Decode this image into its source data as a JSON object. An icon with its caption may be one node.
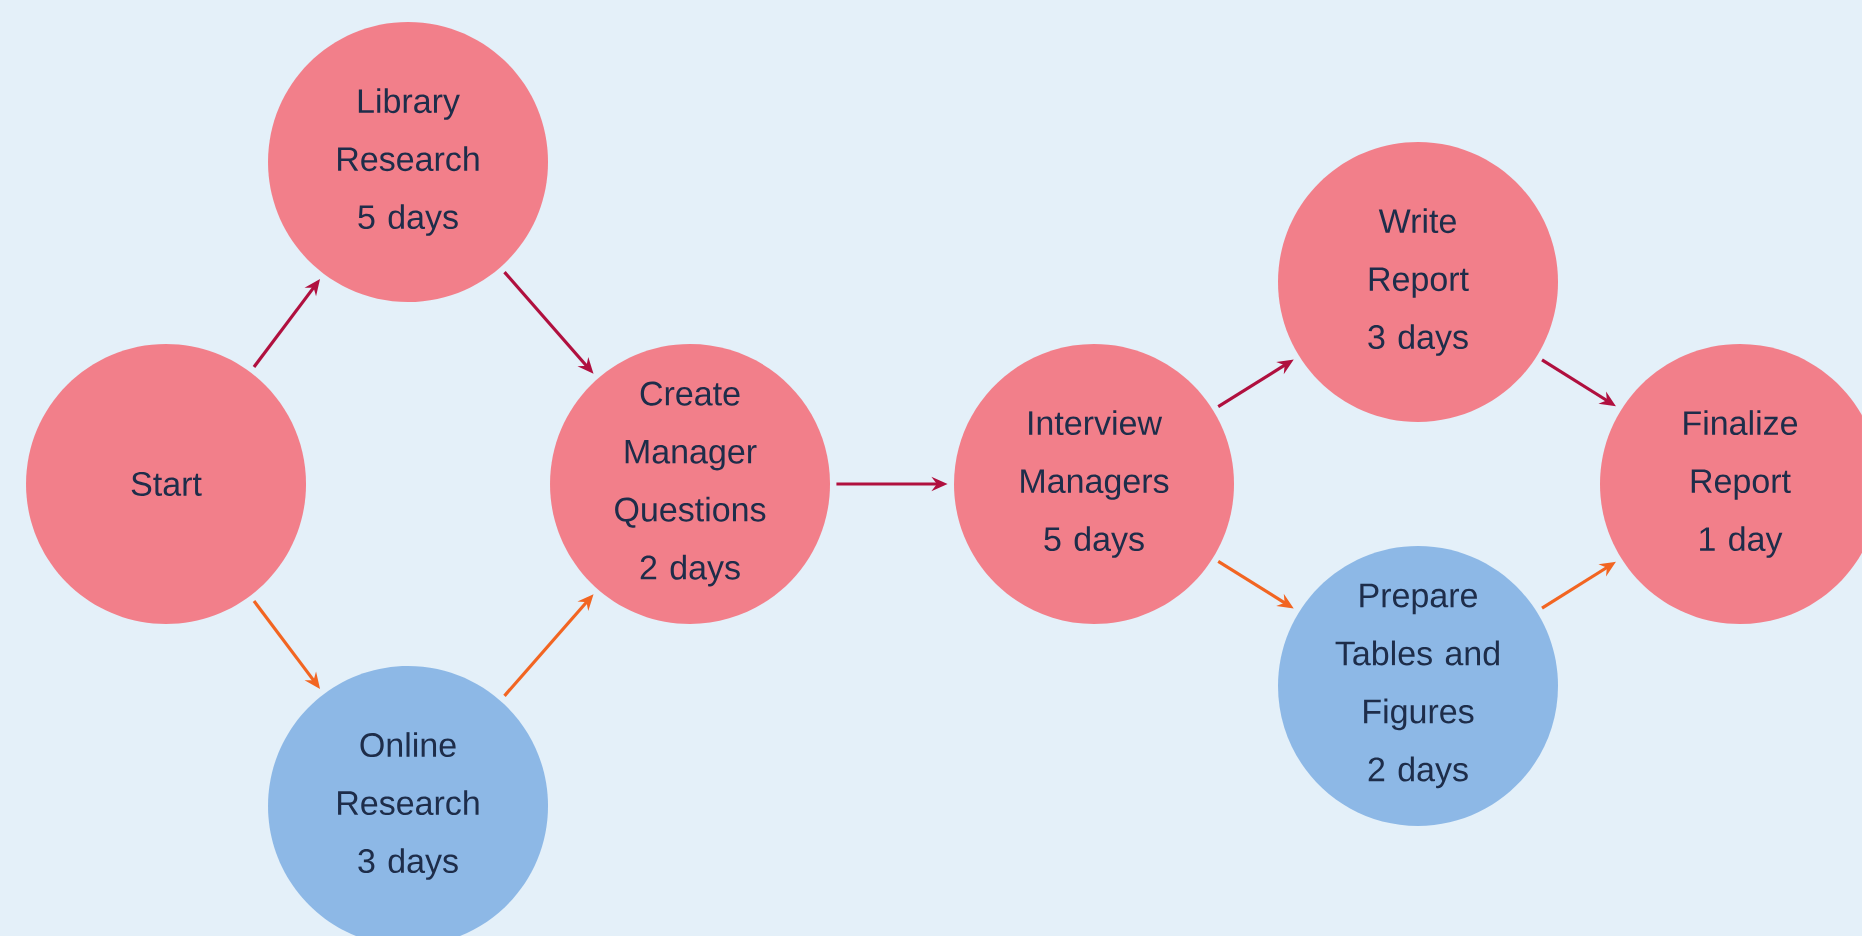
{
  "diagram": {
    "nodes": [
      {
        "text": [
          "Start"
        ]
      },
      {
        "text": [
          "Library Research",
          "5 days"
        ]
      },
      {
        "text": [
          "Online Research",
          "3 days"
        ]
      },
      {
        "text": [
          "Create Manager Questions",
          "2 days"
        ]
      },
      {
        "text": [
          "Interview Managers",
          "5 days"
        ]
      },
      {
        "text": [
          "Write Report",
          "3 days"
        ]
      },
      {
        "text": [
          "Prepare Tables and Figures",
          "2 days"
        ]
      },
      {
        "text": [
          "Finalize Report",
          "1 day"
        ]
      }
    ],
    "edges": [
      {
        "from": 0,
        "to": 1,
        "arrow": "to"
      },
      {
        "from": 0,
        "to": 2,
        "arrow": "to",
        "color": "#f26522"
      },
      {
        "from": 1,
        "to": 3,
        "arrow": "to"
      },
      {
        "from": 2,
        "to": 3,
        "arrow": "to",
        "color": "#f26522"
      },
      {
        "from": 3,
        "to": 4,
        "arrow": "to"
      },
      {
        "from": 4,
        "to": 5,
        "arrow": "to"
      },
      {
        "from": 4,
        "to": 6,
        "arrow": "to",
        "color": "#f26522"
      },
      {
        "from": 5,
        "to": 7,
        "arrow": "to"
      },
      {
        "from": 6,
        "to": 7,
        "arrow": "to",
        "color": "#f26522"
      }
    ]
  }
}
